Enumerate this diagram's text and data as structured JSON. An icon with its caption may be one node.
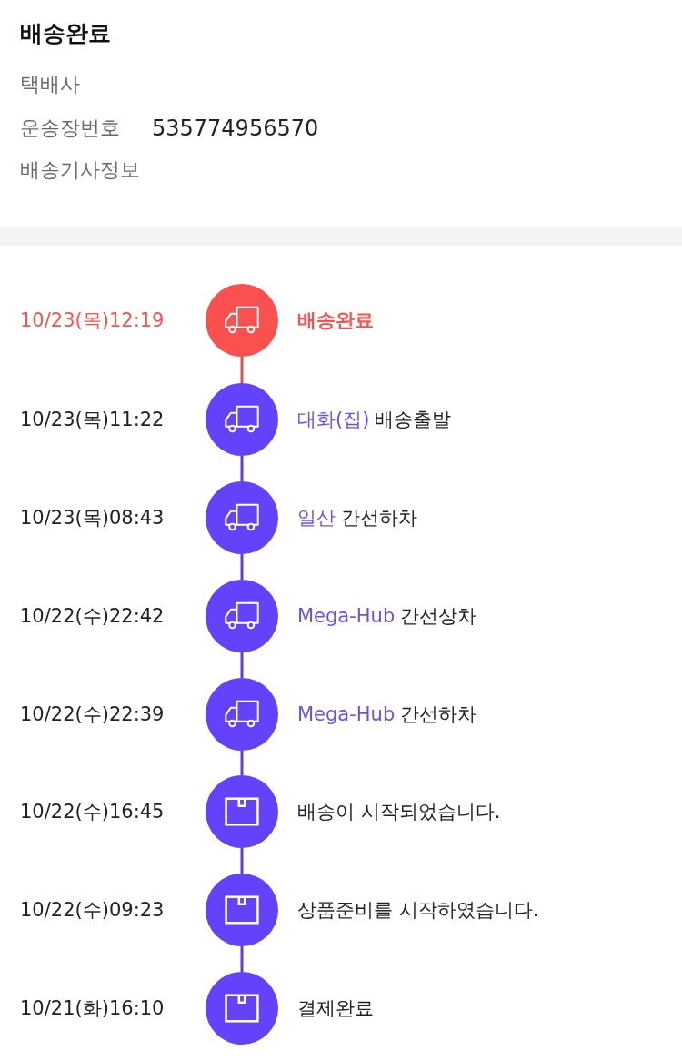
{
  "diagram": {
    "title": "배송완료",
    "nodes": [
      {
        "text": [],
        "shape": "bar"
      },
      {
        "text": [],
        "shape": "circle",
        "beside": [
          "10/23(목)12:19",
          "배송완료"
        ]
      },
      {
        "text": [],
        "shape": "circle",
        "beside": [
          "10/23(목)11:22",
          "대화(집)",
          "배송출발"
        ]
      },
      {
        "text": [],
        "shape": "circle",
        "beside": [
          "10/23(목)08:43",
          "일산",
          "간선하차"
        ]
      },
      {
        "text": [],
        "shape": "circle",
        "beside": [
          "10/22(수)22:42",
          "Mega-Hub",
          "간선상차"
        ]
      },
      {
        "text": [],
        "shape": "circle",
        "beside": [
          "10/22(수)22:39",
          "Mega-Hub",
          "간선하차"
        ]
      },
      {
        "text": [],
        "shape": "circle",
        "beside": [
          "10/22(수)16:45",
          "배송이 시작되었습니다."
        ]
      },
      {
        "text": [],
        "shape": "circle",
        "beside": [
          "10/22(수)09:23",
          "상품준비를 시작하였습니다."
        ]
      },
      {
        "text": [],
        "shape": "circle",
        "beside": [
          "10/21(화)16:10",
          "결제완료"
        ]
      }
    ],
    "edges": [
      {
        "from": 1,
        "to": 2,
        "arrow": "none",
        "color": "#d9544f"
      },
      {
        "from": 2,
        "to": 3,
        "arrow": "none"
      },
      {
        "from": 3,
        "to": 4,
        "arrow": "none"
      },
      {
        "from": 4,
        "to": 5,
        "arrow": "none"
      },
      {
        "from": 5,
        "to": 6,
        "arrow": "none"
      },
      {
        "from": 6,
        "to": 7,
        "arrow": "none"
      },
      {
        "from": 7,
        "to": 8,
        "arrow": "none"
      }
    ],
    "labels": [
      "택배사",
      "운송장번호",
      "535774956570",
      "배송기사정보"
    ]
  }
}
